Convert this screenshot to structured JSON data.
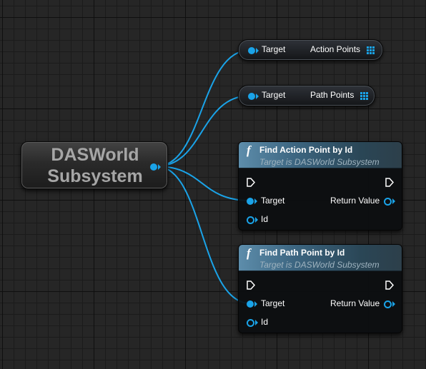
{
  "colors": {
    "pin": "#1aa3e8",
    "header_start": "#5d8dab",
    "header_end": "#2d3f4a",
    "title_text": "#a6a6a6"
  },
  "subsystem_node": {
    "line1": "DASWorld",
    "line2": "Subsystem"
  },
  "getters": [
    {
      "target_label": "Target",
      "output_label": "Action Points",
      "output_icon": "grid-array-icon"
    },
    {
      "target_label": "Target",
      "output_label": "Path Points",
      "output_icon": "grid-array-icon"
    }
  ],
  "functions": [
    {
      "icon": "f",
      "title": "Find Action Point by Id",
      "subtitle": "Target is DASWorld Subsystem",
      "target_label": "Target",
      "id_label": "Id",
      "return_label": "Return Value"
    },
    {
      "icon": "f",
      "title": "Find Path Point by Id",
      "subtitle": "Target is DASWorld Subsystem",
      "target_label": "Target",
      "id_label": "Id",
      "return_label": "Return Value"
    }
  ]
}
